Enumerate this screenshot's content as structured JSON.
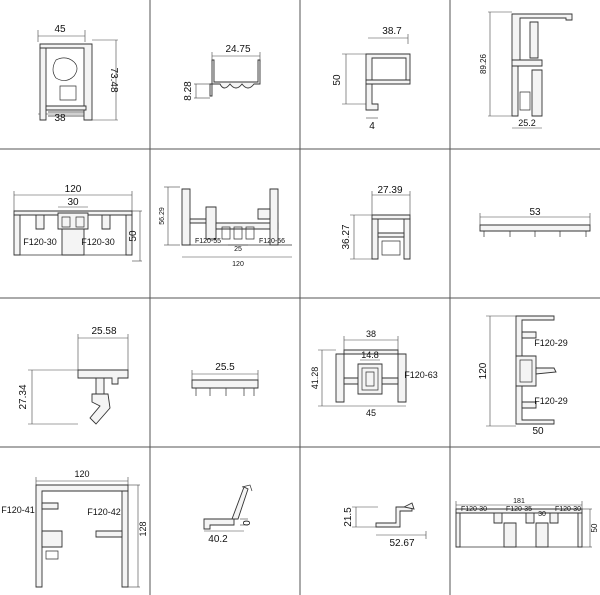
{
  "panels": [
    {
      "id": "p1",
      "labels": [
        "45",
        "73.48",
        "38"
      ]
    },
    {
      "id": "p2",
      "labels": [
        "24.75",
        "8.28"
      ]
    },
    {
      "id": "p3",
      "labels": [
        "38.7",
        "50",
        "4"
      ]
    },
    {
      "id": "p4",
      "labels": [
        "89.26",
        "25.2"
      ]
    },
    {
      "id": "p5",
      "labels": [
        "120",
        "30",
        "50",
        "F120-30",
        "F120-30"
      ]
    },
    {
      "id": "p6",
      "labels": [
        "56.29",
        "F120-55",
        "25",
        "F120-56",
        "120"
      ]
    },
    {
      "id": "p7",
      "labels": [
        "27.39",
        "36.27"
      ]
    },
    {
      "id": "p8",
      "labels": [
        "53"
      ]
    },
    {
      "id": "p9",
      "labels": [
        "25.58",
        "27.34"
      ]
    },
    {
      "id": "p10",
      "labels": [
        "25.5"
      ]
    },
    {
      "id": "p11",
      "labels": [
        "38",
        "14.8",
        "41.28",
        "F120-63",
        "45"
      ]
    },
    {
      "id": "p12",
      "labels": [
        "F120-29",
        "120",
        "F120-29",
        "50"
      ]
    },
    {
      "id": "p13",
      "labels": [
        "120",
        "F120-41",
        "F120-42",
        "128"
      ]
    },
    {
      "id": "p14",
      "labels": [
        "40.2",
        "0"
      ]
    },
    {
      "id": "p15",
      "labels": [
        "21.5",
        "52.67"
      ]
    },
    {
      "id": "p16",
      "labels": [
        "181",
        "F120-30",
        "F120-35",
        "30",
        "F120-30",
        "50"
      ]
    }
  ]
}
